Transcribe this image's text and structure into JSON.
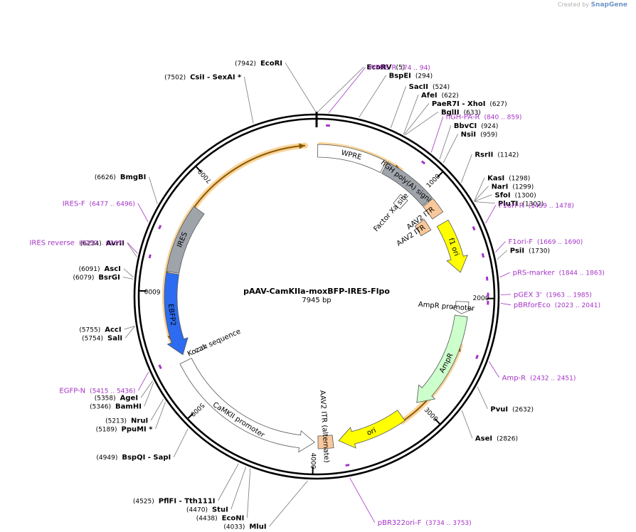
{
  "credit": {
    "prefix": "Created by",
    "brand": "SnapGene"
  },
  "plasmid": {
    "name": "pAAV-CamKIIa-moxBFP-IRES-Flpo",
    "length_label": "7945 bp",
    "length": 7945
  },
  "ticks": [
    {
      "pos": 1000,
      "label": "1000"
    },
    {
      "pos": 2000,
      "label": "2000"
    },
    {
      "pos": 3000,
      "label": "3000"
    },
    {
      "pos": 4000,
      "label": "4000"
    },
    {
      "pos": 5000,
      "label": "5000"
    },
    {
      "pos": 6000,
      "label": "6000"
    },
    {
      "pos": 7000,
      "label": "7000"
    }
  ],
  "sites": [
    {
      "pos": 5,
      "pos_text": "(5)",
      "name": "EcoRV"
    },
    {
      "pos": 7942,
      "pos_text": "(7942)",
      "name": "EcoRI"
    },
    {
      "pos": 7502,
      "pos_text": "(7502)",
      "name": "CsiI  - SexAI *"
    },
    {
      "pos": 294,
      "pos_text": "(294)",
      "name": "BspEI"
    },
    {
      "pos": 524,
      "pos_text": "(524)",
      "name": "SacII"
    },
    {
      "pos": 622,
      "pos_text": "(622)",
      "name": "AfeI"
    },
    {
      "pos": 627,
      "pos_text": "(627)",
      "name": "PaeR7I  - XhoI"
    },
    {
      "pos": 633,
      "pos_text": "(633)",
      "name": "BglII"
    },
    {
      "pos": 924,
      "pos_text": "(924)",
      "name": "BbvCI"
    },
    {
      "pos": 959,
      "pos_text": "(959)",
      "name": "NsiI"
    },
    {
      "pos": 1142,
      "pos_text": "(1142)",
      "name": "RsrII"
    },
    {
      "pos": 1298,
      "pos_text": "(1298)",
      "name": "KasI"
    },
    {
      "pos": 1299,
      "pos_text": "(1299)",
      "name": "NarI"
    },
    {
      "pos": 1300,
      "pos_text": "(1300)",
      "name": "SfoI"
    },
    {
      "pos": 1302,
      "pos_text": "(1302)",
      "name": "PluTI"
    },
    {
      "pos": 1730,
      "pos_text": "(1730)",
      "name": "PsiI"
    },
    {
      "pos": 2632,
      "pos_text": "(2632)",
      "name": "PvuI"
    },
    {
      "pos": 2826,
      "pos_text": "(2826)",
      "name": "AseI"
    },
    {
      "pos": 4033,
      "pos_text": "(4033)",
      "name": "MluI"
    },
    {
      "pos": 4438,
      "pos_text": "(4438)",
      "name": "EcoNI"
    },
    {
      "pos": 4470,
      "pos_text": "(4470)",
      "name": "StuI"
    },
    {
      "pos": 4525,
      "pos_text": "(4525)",
      "name": "PflFI  - Tth111I"
    },
    {
      "pos": 4949,
      "pos_text": "(4949)",
      "name": "BspQI  - SapI"
    },
    {
      "pos": 5189,
      "pos_text": "(5189)",
      "name": "PpuMI *"
    },
    {
      "pos": 5213,
      "pos_text": "(5213)",
      "name": "NruI"
    },
    {
      "pos": 5346,
      "pos_text": "(5346)",
      "name": "BamHI"
    },
    {
      "pos": 5358,
      "pos_text": "(5358)",
      "name": "AgeI"
    },
    {
      "pos": 5754,
      "pos_text": "(5754)",
      "name": "SalI"
    },
    {
      "pos": 5755,
      "pos_text": "(5755)",
      "name": "AccI"
    },
    {
      "pos": 6079,
      "pos_text": "(6079)",
      "name": "BsrGI"
    },
    {
      "pos": 6091,
      "pos_text": "(6091)",
      "name": "AscI"
    },
    {
      "pos": 6234,
      "pos_text": "(6234)",
      "name": "AvrII"
    },
    {
      "pos": 6626,
      "pos_text": "(6626)",
      "name": "BmgBI"
    }
  ],
  "primers": [
    {
      "start": 74,
      "end": 94,
      "name": "WPRE-R",
      "range_text": "(74 .. 94)"
    },
    {
      "start": 840,
      "end": 859,
      "name": "hGH-PA-R",
      "range_text": "(840 .. 859)"
    },
    {
      "start": 1459,
      "end": 1478,
      "name": "F1ori-R",
      "range_text": "(1459 .. 1478)"
    },
    {
      "start": 1669,
      "end": 1690,
      "name": "F1ori-F",
      "range_text": "(1669 .. 1690)"
    },
    {
      "start": 1844,
      "end": 1863,
      "name": "pRS-marker",
      "range_text": "(1844 .. 1863)"
    },
    {
      "start": 1963,
      "end": 1985,
      "name": "pGEX 3'",
      "range_text": "(1963 .. 1985)"
    },
    {
      "start": 2023,
      "end": 2041,
      "name": "pBRforEco",
      "range_text": "(2023 .. 2041)"
    },
    {
      "start": 2432,
      "end": 2451,
      "name": "Amp-R",
      "range_text": "(2432 .. 2451)"
    },
    {
      "start": 3734,
      "end": 3753,
      "name": "pBR322ori-F",
      "range_text": "(3734 .. 3753)"
    },
    {
      "start": 5415,
      "end": 5436,
      "name": "EGFP-N",
      "range_text": "(5415 .. 5436)"
    },
    {
      "start": 6250,
      "end": 6267,
      "name": "IRES reverse",
      "range_text": "(6250 .. 6267)"
    },
    {
      "start": 6477,
      "end": 6496,
      "name": "IRES-F",
      "range_text": "(6477 .. 6496)"
    }
  ],
  "features": [
    {
      "name": "WPRE",
      "start": 10,
      "end": 600,
      "strand": 0,
      "color": "#ffffff",
      "track": 1
    },
    {
      "name": "hGH poly(A) signal",
      "start": 615,
      "end": 1090,
      "strand": 0,
      "color": "#9fa4ab",
      "track": 1
    },
    {
      "name": "AAV2 ITR",
      "start": 1100,
      "end": 1240,
      "strand": 0,
      "color": "#f8c89b",
      "track": 1
    },
    {
      "name": "f1 ori",
      "start": 1320,
      "end": 1775,
      "strand": 1,
      "color": "#ffff00",
      "track": 1
    },
    {
      "name": "AmpR promoter",
      "start": 2030,
      "end": 2135,
      "strand": 1,
      "color": "#ffffff",
      "track": 1
    },
    {
      "name": "AmpR",
      "start": 2155,
      "end": 3015,
      "strand": 1,
      "color": "#ccffcc",
      "track": 1
    },
    {
      "name": "ori",
      "start": 3190,
      "end": 3780,
      "strand": 1,
      "color": "#ffff00",
      "track": 1
    },
    {
      "name": "AAV2 ITR (alternate)",
      "start": 3830,
      "end": 3960,
      "strand": 0,
      "color": "#f8c89b",
      "track": 1
    },
    {
      "name": "CaMKII promoter",
      "start": 3990,
      "end": 5380,
      "strand": -1,
      "color": "#ffffff",
      "track": 1
    },
    {
      "name": "EBFP2",
      "start": 5440,
      "end": 6160,
      "strand": -1,
      "color": "#2d6cf0",
      "track": 1
    },
    {
      "name": "IRES",
      "start": 6170,
      "end": 6760,
      "strand": 0,
      "color": "#9fa4ab",
      "track": 1
    },
    {
      "name": "Factor Xa site",
      "start": 870,
      "end": 960,
      "strand": 0,
      "color": "#ffffff",
      "track": 2
    },
    {
      "name": "AAV2 ITR",
      "start": 1200,
      "end": 1320,
      "strand": 0,
      "color": "#f8c89b",
      "track": 2
    },
    {
      "name": "Kozak sequence",
      "start": 5410,
      "end": 5440,
      "strand": 0,
      "color": "#ffffff",
      "track": 2
    }
  ],
  "orfs": [
    {
      "start": 6600,
      "end": 7850,
      "strand": 1
    },
    {
      "start": 30,
      "end": 740,
      "strand": 1
    },
    {
      "start": 2400,
      "end": 3215,
      "strand": -1
    },
    {
      "start": 5580,
      "end": 6670,
      "strand": -1
    }
  ]
}
